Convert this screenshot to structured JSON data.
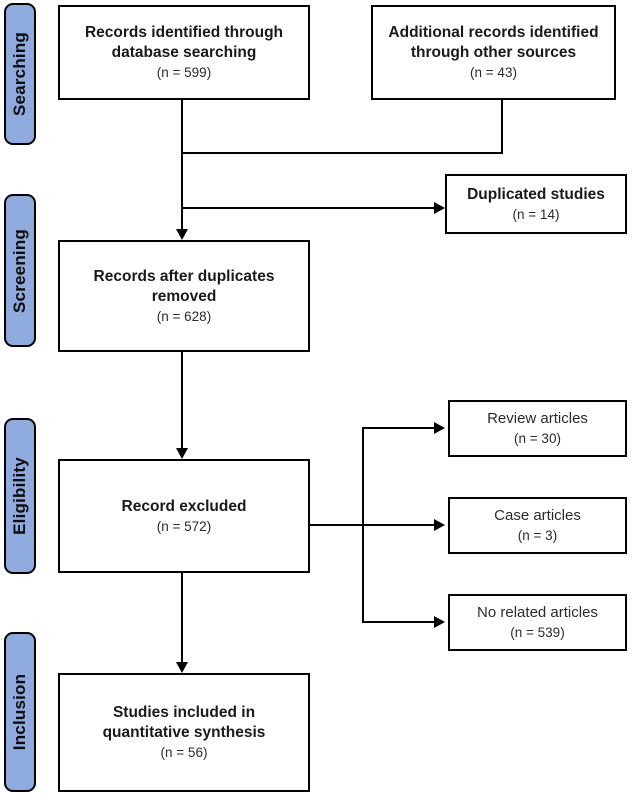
{
  "stages": {
    "searching": "Searching",
    "screening": "Screening",
    "eligibility": "Eligibility",
    "inclusion": "Inclusion"
  },
  "boxes": {
    "records_identified": {
      "line1": "Records identified through",
      "line2": "database searching",
      "count": "(n = 599)"
    },
    "additional_records": {
      "line1": "Additional records identified",
      "line2": "through other sources",
      "count": "(n = 43)"
    },
    "duplicated_studies": {
      "line1": "Duplicated studies",
      "count": "(n = 14)"
    },
    "records_after_duplicates": {
      "line1": "Records after duplicates",
      "line2": "removed",
      "count": "(n = 628)"
    },
    "record_excluded": {
      "line1": "Record excluded",
      "count": "(n = 572)"
    },
    "review_articles": {
      "line1": "Review articles",
      "count": "(n = 30)"
    },
    "case_articles": {
      "line1": "Case articles",
      "count": "(n = 3)"
    },
    "no_related_articles": {
      "line1": "No related articles",
      "count": "(n = 539)"
    },
    "studies_included": {
      "line1": "Studies included in",
      "line2": "quantitative synthesis",
      "count": "(n = 56)"
    }
  },
  "colors": {
    "stage_fill": "#8FAADC",
    "stage_border": "#000000",
    "box_border": "#000000",
    "line": "#000000"
  }
}
